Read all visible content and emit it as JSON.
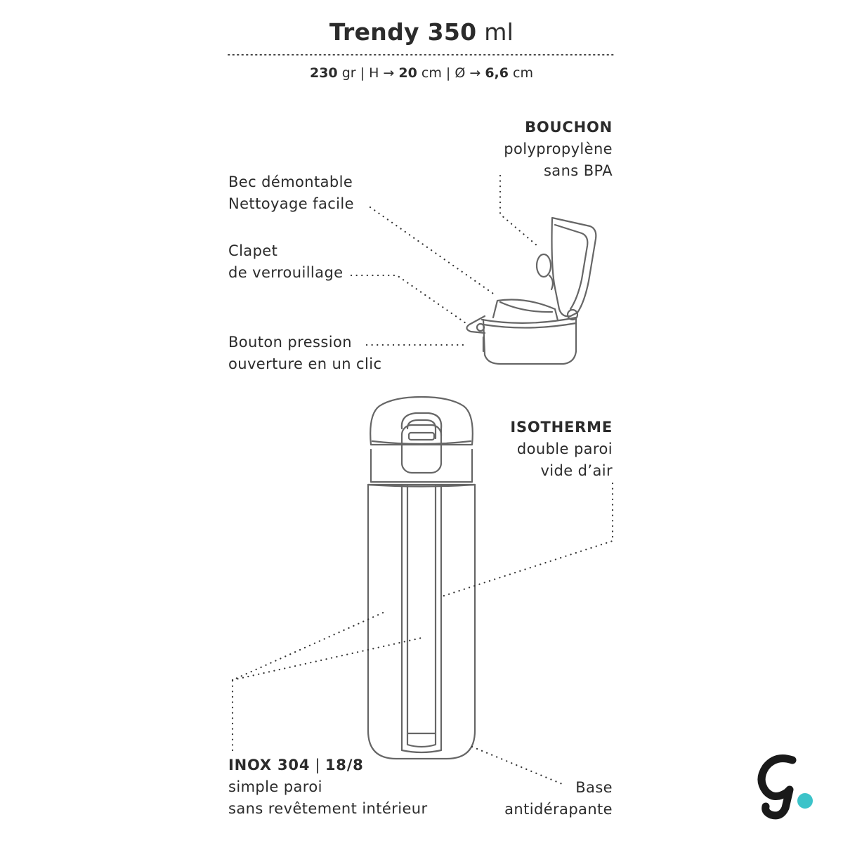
{
  "title": {
    "name": "Trendy 350",
    "unit": "ml"
  },
  "specs": {
    "weight": "230",
    "weight_unit": "gr",
    "height_prefix": "H →",
    "height": "20",
    "height_unit": "cm",
    "diam_prefix": "Ø →",
    "diam": "6,6",
    "diam_unit": "cm"
  },
  "labels": {
    "bouchon": {
      "title": "BOUCHON",
      "line1": "polypropylène",
      "line2": "sans BPA"
    },
    "bec": {
      "line1": "Bec démontable",
      "line2": "Nettoyage facile"
    },
    "clapet": {
      "line1": "Clapet",
      "line2": "de verrouillage"
    },
    "bouton": {
      "line1": "Bouton pression",
      "line2": "ouverture en un clic"
    },
    "isotherme": {
      "title": "ISOTHERME",
      "line1": "double paroi",
      "line2": "vide d’air"
    },
    "inox": {
      "title": "INOX 304",
      "sep": "|",
      "title2": "18/8",
      "line1": "simple paroi",
      "line2": "sans revêtement intérieur"
    },
    "base": {
      "line1": "Base",
      "line2": "antidérapante"
    }
  },
  "colors": {
    "text": "#2b2b2b",
    "line": "#555555",
    "accent": "#3cc3c9"
  },
  "logo": {
    "text": "g",
    "icon": "brand-logo"
  }
}
